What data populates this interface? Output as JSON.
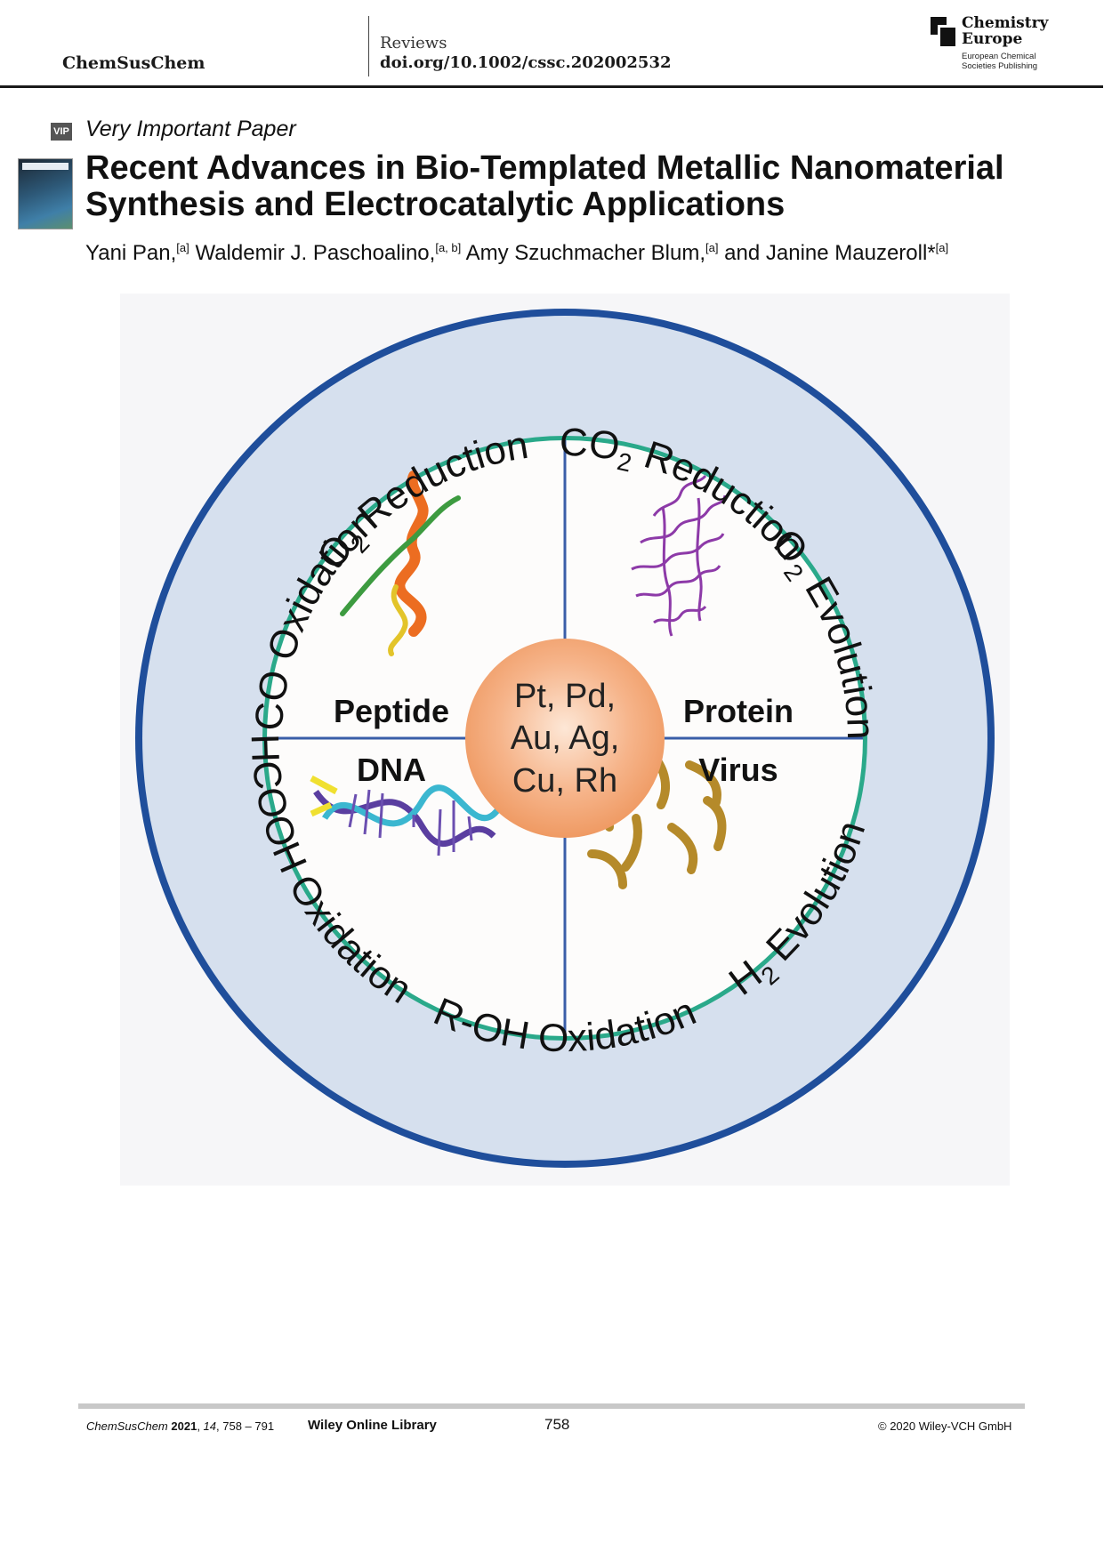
{
  "header": {
    "journal_name": "ChemSusChem",
    "section": "Reviews",
    "doi": "doi.org/10.1002/cssc.202002532",
    "publisher_logo": {
      "name_line1": "Chemistry",
      "name_line2": "Europe",
      "sub_line1": "European Chemical",
      "sub_line2": "Societies Publishing"
    }
  },
  "article": {
    "badge": "VIP",
    "category": "Very Important Paper",
    "title_line1": "Recent Advances in Bio-Templated Metallic Nanomaterial",
    "title_line2": "Synthesis and Electrocatalytic Applications",
    "authors": [
      {
        "name": "Yani Pan,",
        "aff": "[a]"
      },
      {
        "name": "Waldemir J. Paschoalino,",
        "aff": "[a, b]"
      },
      {
        "name": "Amy Szuchmacher Blum,",
        "aff": "[a]"
      },
      {
        "name": "and Janine Mauzeroll*",
        "aff": "[a]"
      }
    ]
  },
  "figure": {
    "center_lines": [
      "Pt, Pd,",
      "Au, Ag,",
      "Cu, Rh"
    ],
    "templates": {
      "top_left": "Peptide",
      "bottom_left": "DNA",
      "top_right": "Protein",
      "bottom_right": "Virus"
    },
    "reactions": {
      "o2_reduction": {
        "main": "O",
        "sub": "2",
        "rest": " Reduction"
      },
      "co2_reduction": {
        "main": "CO",
        "sub": "2",
        "rest": " Reduction"
      },
      "o2_evolution": {
        "main": "O",
        "sub": "2",
        "rest": " Evolution"
      },
      "h2_evolution": {
        "main": "H",
        "sub": "2",
        "rest": " Evolution"
      },
      "roh_oxidation": "R-OH Oxidation",
      "hcooh_oxidation": "HCOOH Oxidation",
      "co_oxidation": "CO Oxidation"
    },
    "colors": {
      "outer_ring": "#1f4e9b",
      "ring_fill": "#d6e0ee",
      "inner_ring": "#2aa98a",
      "center_fill": "#f3a16a",
      "divider": "#3a5ea8"
    }
  },
  "footer": {
    "journal": "ChemSusChem",
    "year": "2021",
    "volume": "14",
    "pages": "758 – 791",
    "library": "Wiley Online Library",
    "page_number": "758",
    "copyright": "© 2020 Wiley-VCH GmbH"
  }
}
